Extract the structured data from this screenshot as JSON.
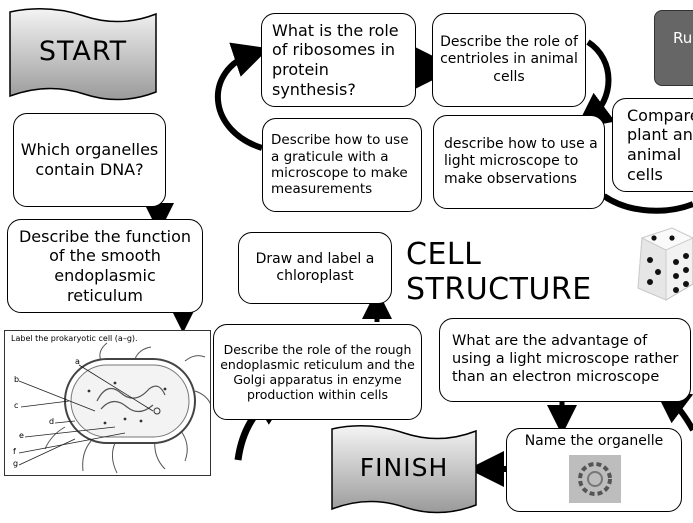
{
  "start_label": "START",
  "finish_label": "FINISH",
  "heading": {
    "line1": "CELL",
    "line2": "STRUCTURE"
  },
  "rules_label": "Ru",
  "squares": {
    "ribosomes": "What is the role of ribosomes in protein synthesis?",
    "centrioles": "Describe the role of centrioles in animal cells",
    "compare": "Compare plant and animal cells",
    "dna": "Which organelles contain DNA?",
    "graticule": "Describe how to use a graticule with a microscope to make measurements",
    "microscope_obs": "describe how to use a light microscope to make observations",
    "smooth_er": "Describe the function of the smooth endoplasmic reticulum",
    "chloroplast": "Draw and label a chloroplast",
    "rough_er_golgi": "Describe the role of the rough endoplasmic reticulum and the Golgi apparatus in enzyme production within cells",
    "light_vs_electron": "What are the advantage of using a light microscope rather than an electron microscope",
    "name_organelle": "Name the organelle"
  },
  "prokaryote": {
    "instruction": "Label the prokaryotic cell (a–g).",
    "labels": [
      "a",
      "b",
      "c",
      "d",
      "e",
      "f",
      "g"
    ]
  }
}
